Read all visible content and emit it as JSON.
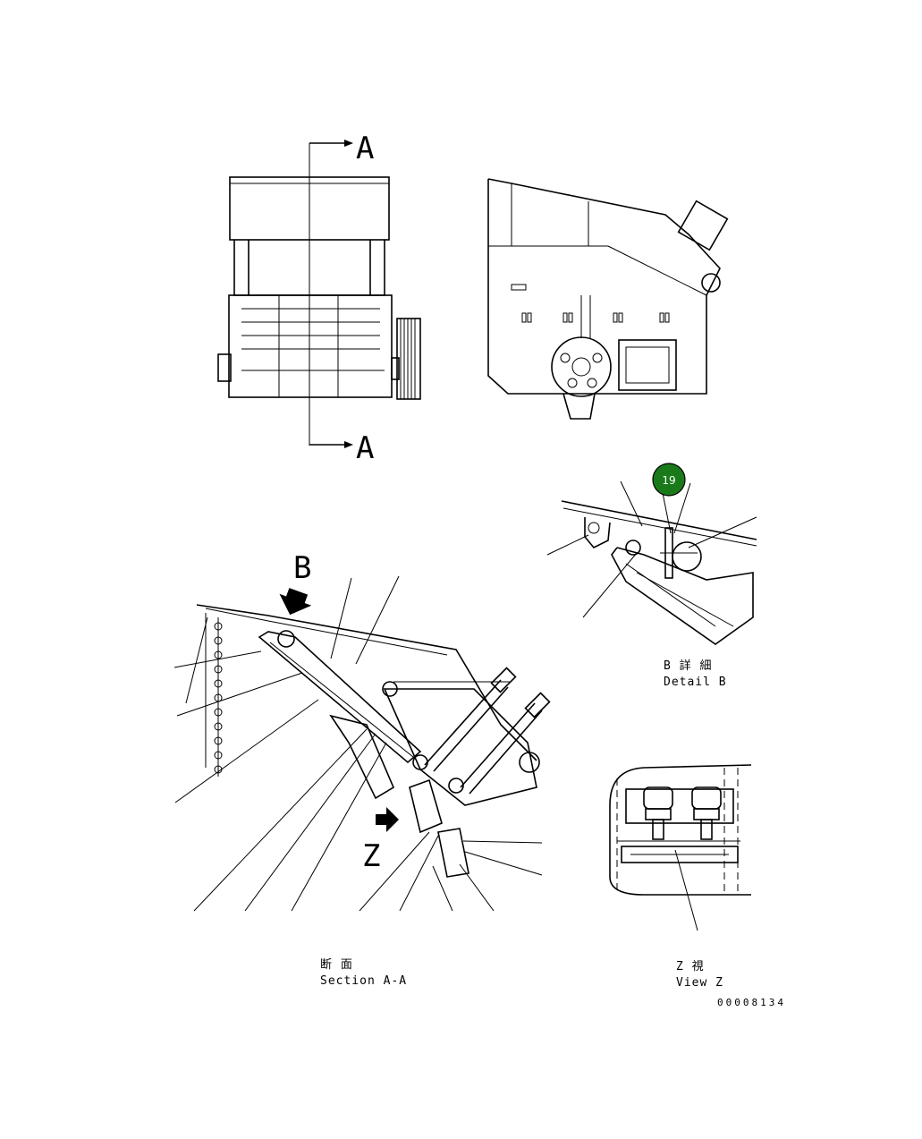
{
  "section_markers": {
    "top": "A",
    "bottom": "A"
  },
  "detail_letter": "B",
  "view_letter": "Z",
  "callout": {
    "number": "19",
    "color": "#1a7a1a"
  },
  "captions": {
    "section_jp": "断 面",
    "section_en": "Section A-A",
    "detail_jp": "B 詳 細",
    "detail_en": "Detail B",
    "view_jp": "Z 視",
    "view_en": "View Z"
  },
  "drawing_number": "00008134"
}
